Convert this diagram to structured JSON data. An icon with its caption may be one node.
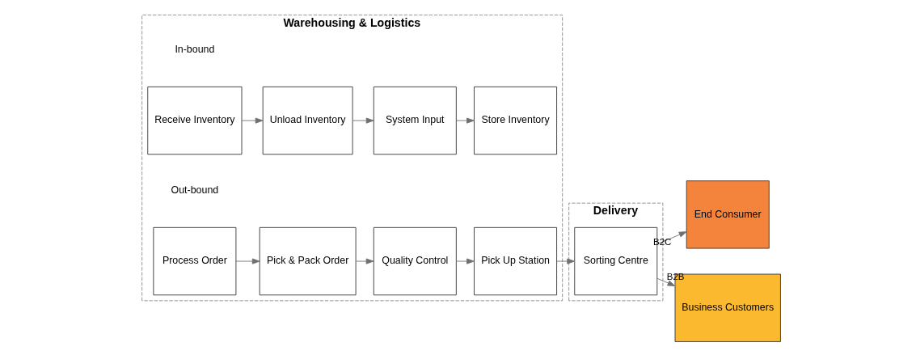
{
  "diagram": {
    "nodes": [
      {
        "text": [
          "Warehousing & Logistics"
        ]
      },
      {
        "text": [
          "Receive Inventory"
        ],
        "in": 0
      },
      {
        "text": [
          "Unload Inventory"
        ],
        "in": 0
      },
      {
        "text": [
          "System Input"
        ],
        "in": 0
      },
      {
        "text": [
          "Store Inventory"
        ],
        "in": 0
      },
      {
        "text": [
          "Process Order"
        ],
        "in": 0
      },
      {
        "text": [
          "Pick & Pack Order"
        ],
        "in": 0
      },
      {
        "text": [
          "Quality Control"
        ],
        "in": 0
      },
      {
        "text": [
          "Pick Up Station"
        ],
        "in": 0
      },
      {
        "text": [
          "Delivery"
        ]
      },
      {
        "text": [
          "Sorting Centre"
        ],
        "in": 9
      },
      {
        "text": [
          "End Consumer"
        ]
      },
      {
        "text": [
          "Business Customers"
        ]
      }
    ],
    "edges": [
      {
        "from": 1,
        "to": 2,
        "arrow": "to"
      },
      {
        "from": 2,
        "to": 3,
        "arrow": "to"
      },
      {
        "from": 3,
        "to": 4,
        "arrow": "to"
      },
      {
        "from": 5,
        "to": 6,
        "arrow": "to"
      },
      {
        "from": 6,
        "to": 7,
        "arrow": "to"
      },
      {
        "from": 7,
        "to": 8,
        "arrow": "to"
      },
      {
        "from": 8,
        "to": 10,
        "arrow": "to"
      },
      {
        "from": 10,
        "to": 11,
        "arrow": "to",
        "label": "B2C"
      },
      {
        "from": 10,
        "to": 12,
        "arrow": "to",
        "label": "B2B"
      }
    ],
    "labels": [
      "In-bound",
      "Out-bound"
    ]
  }
}
